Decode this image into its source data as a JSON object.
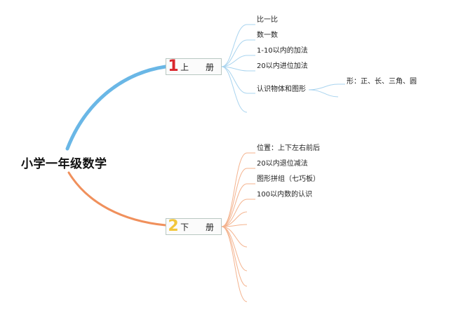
{
  "root": {
    "title": "小学一年级数学"
  },
  "volumes": [
    {
      "number": "1",
      "label": "上 册",
      "line_color": "#6ab7e6",
      "number_color": "#d9262c",
      "topics": [
        "比一比",
        "数一数",
        "1-10以内的加法",
        "20以内进位加法",
        "认识物体和图形"
      ],
      "subtopic": "形：正、长、三角、圆"
    },
    {
      "number": "2",
      "label": "下 册",
      "line_color": "#f0905c",
      "number_color": "#f2c63b",
      "topics": [
        "位置：上下左右前后",
        "20以内退位减法",
        "图形拼组（七巧板）",
        "100以内数的认识"
      ]
    }
  ]
}
